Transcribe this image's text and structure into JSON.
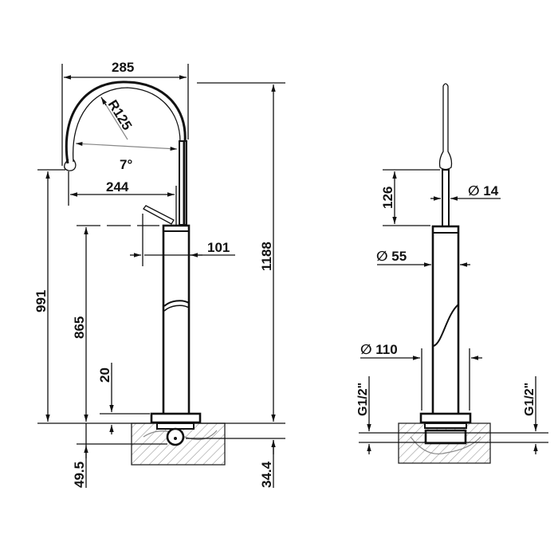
{
  "drawing": {
    "title": "Floor-standing bath mixer technical drawing",
    "colors": {
      "line": "#111111",
      "background": "#ffffff",
      "hatch": "#9a9a9a"
    },
    "side_view": {
      "dimensions": {
        "spout_reach_outer": "285",
        "arc_radius": "R125",
        "spout_angle": "7°",
        "spout_reach_inner": "244",
        "lever_offset": "101",
        "total_height": "1188",
        "spout_outlet_height": "991",
        "body_height": "865",
        "flange_height": "20",
        "depth_below_floor_left": "49.5",
        "depth_below_floor_right": "34.4"
      }
    },
    "front_view": {
      "dimensions": {
        "spout_stem_height": "126",
        "stem_diameter": "∅ 14",
        "body_diameter": "∅ 55",
        "base_diameter": "∅ 110",
        "inlet_left": "G1/2\"",
        "inlet_right": "G1/2\""
      }
    }
  }
}
